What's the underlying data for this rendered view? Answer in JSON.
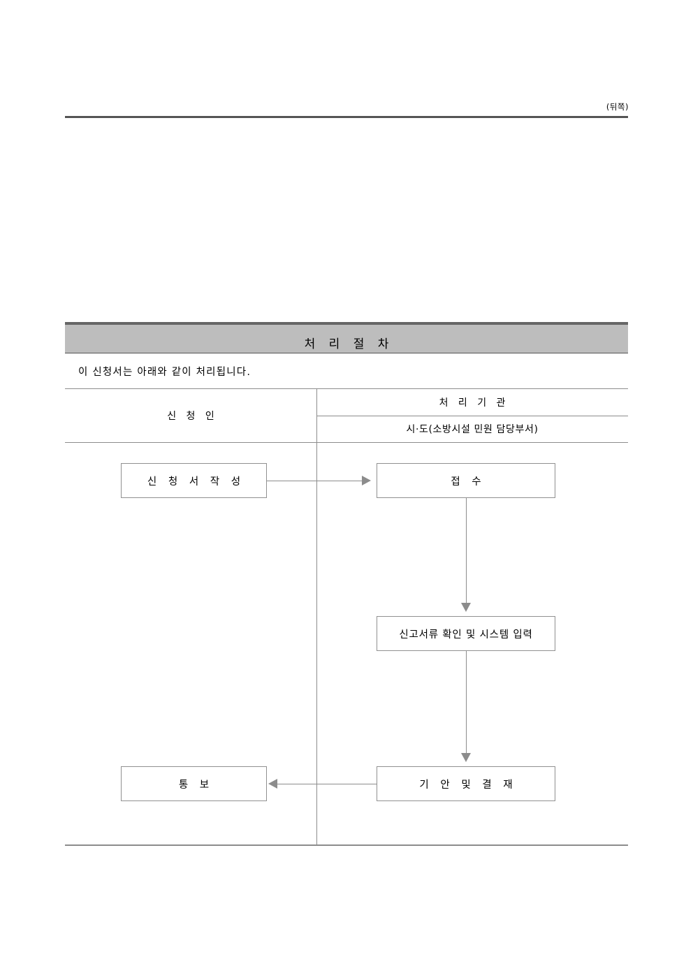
{
  "page": {
    "side_marker": "(뒤쪽)"
  },
  "section": {
    "title": "처 리 절 차"
  },
  "intro": {
    "text": "이 신청서는 아래와 같이 처리됩니다."
  },
  "table": {
    "columns": {
      "applicant": "신 청 인",
      "agency": "처 리 기 관",
      "agency_department": "시·도(소방시설 민원 담당부서)"
    }
  },
  "flow": {
    "nodes": [
      {
        "id": "write",
        "label": "신 청 서  작 성",
        "column": "applicant"
      },
      {
        "id": "receive",
        "label": "접 수",
        "column": "agency"
      },
      {
        "id": "verify",
        "label": "신고서류 확인 및 시스템 입력",
        "column": "agency"
      },
      {
        "id": "draft",
        "label": "기 안  및  결 재",
        "column": "agency"
      },
      {
        "id": "notify",
        "label": "통  보",
        "column": "applicant"
      }
    ],
    "edges": [
      {
        "from": "write",
        "to": "receive",
        "direction": "right"
      },
      {
        "from": "receive",
        "to": "verify",
        "direction": "down"
      },
      {
        "from": "verify",
        "to": "draft",
        "direction": "down"
      },
      {
        "from": "draft",
        "to": "notify",
        "direction": "left"
      }
    ]
  },
  "colors": {
    "band_fill": "#bdbdbd",
    "band_border": "#666666",
    "rule": "#555555",
    "line": "#8c8c8c",
    "box_border": "#909090",
    "text": "#000000"
  }
}
